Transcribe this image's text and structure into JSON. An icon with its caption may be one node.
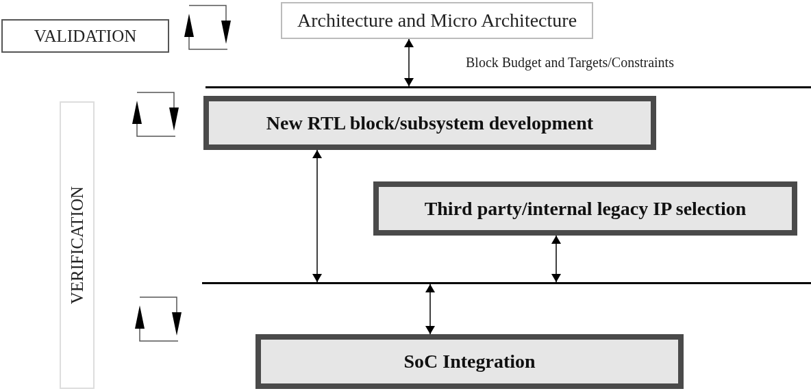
{
  "diagram": {
    "nodes": [
      {
        "text": [
          "VALIDATION"
        ]
      },
      {
        "text": [
          "Architecture and Micro Architecture"
        ]
      },
      {
        "text": [],
        "shape": "bar"
      },
      {
        "text": [
          "New RTL block/subsystem development"
        ]
      },
      {
        "text": [
          "VERIFICATION"
        ]
      },
      {
        "text": [
          "Third party/internal legacy IP selection"
        ]
      },
      {
        "text": [],
        "shape": "bar"
      },
      {
        "text": [
          "SoC Integration"
        ]
      }
    ],
    "edges": [
      {
        "from": 1,
        "to": 2,
        "arrow": "both"
      },
      {
        "from": 3,
        "to": 6,
        "arrow": "both"
      },
      {
        "from": 5,
        "to": 6,
        "arrow": "both"
      },
      {
        "from": 6,
        "to": 7,
        "arrow": "both"
      }
    ],
    "labels": [
      "Block Budget and Targets/Constraints"
    ]
  }
}
